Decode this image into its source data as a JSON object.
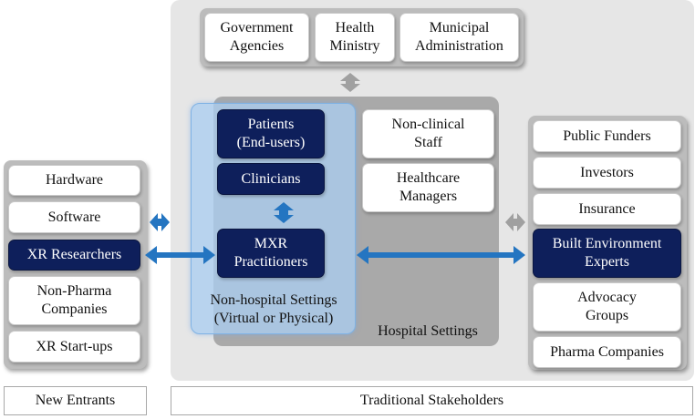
{
  "colors": {
    "navy": "#0e1f5b",
    "blue_arrow": "#2475c1",
    "gray_arrow": "#a0a0a0"
  },
  "government": {
    "items": [
      "Government\nAgencies",
      "Health\nMinistry",
      "Municipal\nAdministration"
    ]
  },
  "center": {
    "patients": "Patients\n(End-users)",
    "clinicians": "Clinicians",
    "practitioners": "MXR\nPractitioners",
    "non_clinical": "Non-clinical\nStaff",
    "managers": "Healthcare\nManagers",
    "non_hospital_label": "Non-hospital Settings\n(Virtual or Physical)",
    "hospital_label": "Hospital Settings"
  },
  "new_entrants": {
    "items": [
      "Hardware",
      "Software",
      "XR Researchers",
      "Non-Pharma\nCompanies",
      "XR Start-ups"
    ],
    "label": "New Entrants"
  },
  "right_group": {
    "items": [
      "Public Funders",
      "Investors",
      "Insurance",
      "Built Environment\nExperts",
      "Advocacy\nGroups",
      "Pharma Companies"
    ]
  },
  "traditional_label": "Traditional Stakeholders"
}
